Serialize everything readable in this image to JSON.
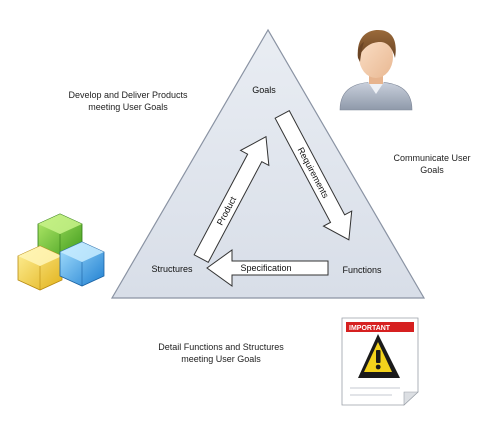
{
  "diagram": {
    "nodes": {
      "goals": "Goals",
      "structures": "Structures",
      "functions": "Functions"
    },
    "arrows": {
      "product": "Product",
      "requirements": "Requirements",
      "specification": "Specification"
    }
  },
  "captions": {
    "develop_line1": "Develop and Deliver Products",
    "develop_line2": "meeting User Goals",
    "communicate_line1": "Communicate User",
    "communicate_line2": "Goals",
    "detail_line1": "Detail Functions and Structures",
    "detail_line2": "meeting User Goals"
  },
  "icons": {
    "user": "user-avatar-icon",
    "cubes": "stacked-cubes-icon",
    "important": "important-warning-document-icon",
    "important_label": "IMPORTANT"
  },
  "colors": {
    "triangle_fill": "#dfe4ec",
    "triangle_stroke": "#8a93a3",
    "arrow_fill": "#ffffff",
    "arrow_stroke": "#333333"
  }
}
